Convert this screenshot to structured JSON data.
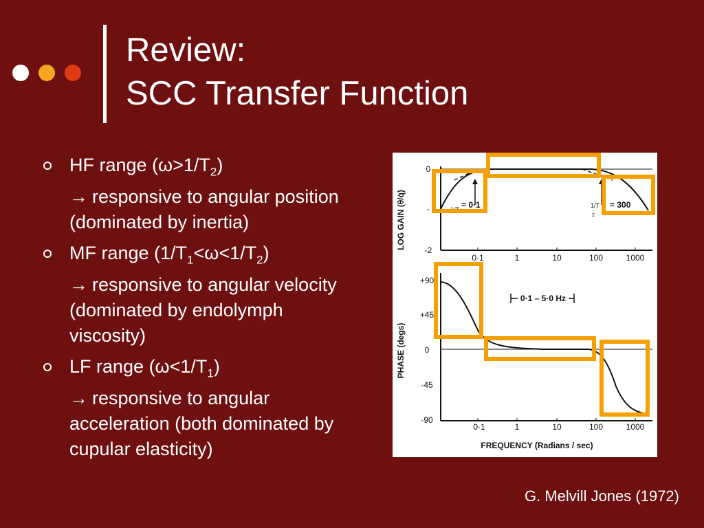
{
  "title": {
    "line1": "Review:",
    "line2": "SCC Transfer Function"
  },
  "bullets": [
    {
      "head": {
        "pre": "HF range (ω>1/T",
        "s1": "2",
        "mid": ")",
        "s2": "",
        "post": ""
      },
      "detail": "responsive to angular position (dominated by inertia)"
    },
    {
      "head": {
        "pre": "MF range (1/T",
        "s1": "1",
        "mid": "<ω<1/T",
        "s2": "2",
        "post": ")"
      },
      "detail": "responsive to angular velocity (dominated by endolymph viscosity)"
    },
    {
      "head": {
        "pre": "LF range (ω<1/T",
        "s1": "1",
        "mid": ")",
        "s2": "",
        "post": ""
      },
      "detail": "responsive to angular acceleration (both dominated by cupular elasticity)"
    }
  ],
  "arrow_glyph": "→",
  "figure": {
    "gain_ylabel": "LOG GAIN (θ/q̇)",
    "gain_yticks": [
      "0",
      "-",
      "-2"
    ],
    "gain_xticks": [
      "0·1",
      "1",
      "10",
      "100",
      "1000"
    ],
    "t1_label": "1/T",
    "t1_sub": "1",
    "t1_value": "= 0·1",
    "t2_label": "1/T",
    "t2_sub": "2",
    "t2_value": "= 300",
    "phase_ylabel": "PHASE (degs)",
    "phase_yticks": [
      "+90",
      "+45",
      "0",
      "-45",
      "-90"
    ],
    "phase_xticks": [
      "0·1",
      "1",
      "10",
      "100",
      "1000"
    ],
    "band_label": "0·1 – 5·0 Hz",
    "xlabel": "FREQUENCY (Radians / sec)"
  },
  "citation": "G. Melvill Jones (1972)",
  "colors": {
    "background": "#6e1010",
    "dot1": "#ffffff",
    "dot2": "#f5a623",
    "dot3": "#e03a12",
    "highlight": "#f5a000",
    "ink": "#111111"
  }
}
